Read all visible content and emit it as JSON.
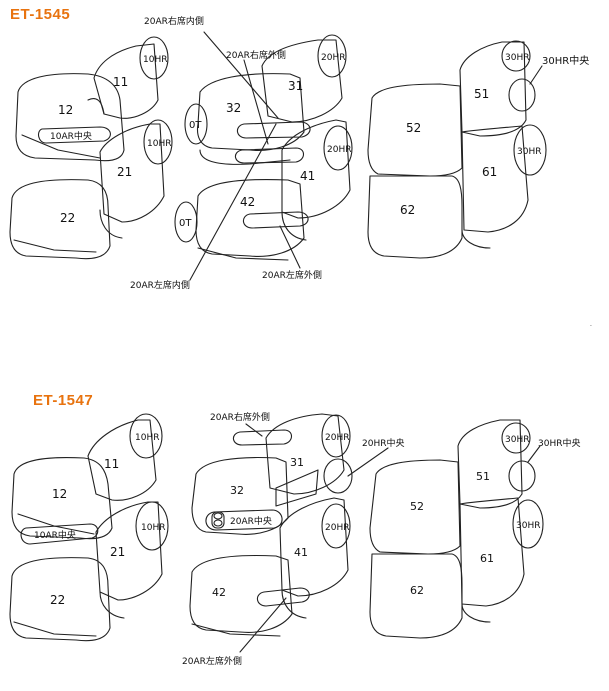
{
  "section1": {
    "title": "ET-1545",
    "labels": {
      "p12": "12",
      "p11": "11",
      "p21": "21",
      "p22": "22",
      "p10hr_a": "10HR",
      "p10hr_b": "10HR",
      "p10ar": "10AR中央",
      "p31": "31",
      "p32": "32",
      "p41": "41",
      "p42": "42",
      "p20hr_a": "20HR",
      "p20hr_b": "20HR",
      "p0t_a": "0T",
      "p0t_b": "0T",
      "p51": "51",
      "p52": "52",
      "p61": "61",
      "p62": "62",
      "p30hr_a": "30HR",
      "p30hr_b": "30HR",
      "c20ar_ri": "20AR右席内側",
      "c20ar_ro": "20AR右席外側",
      "c20ar_li": "20AR左席内側",
      "c20ar_lo": "20AR左席外側",
      "c30hr_c": "30HR中央"
    }
  },
  "section2": {
    "title": "ET-1547",
    "labels": {
      "p12": "12",
      "p11": "11",
      "p21": "21",
      "p22": "22",
      "p10hr_a": "10HR",
      "p10hr_b": "10HR",
      "p10ar": "10AR中央",
      "p31": "31",
      "p32": "32",
      "p41": "41",
      "p42": "42",
      "p20hr_a": "20HR",
      "p20hr_b": "20HR",
      "p20ar_c": "20AR中央",
      "p51": "51",
      "p52": "52",
      "p61": "61",
      "p62": "62",
      "p30hr_a": "30HR",
      "p30hr_b": "30HR",
      "c20ar_ro": "20AR右席外側",
      "c20hr_c": "20HR中央",
      "c30hr_c": "30HR中央",
      "c20ar_lo": "20AR左席外側"
    }
  }
}
